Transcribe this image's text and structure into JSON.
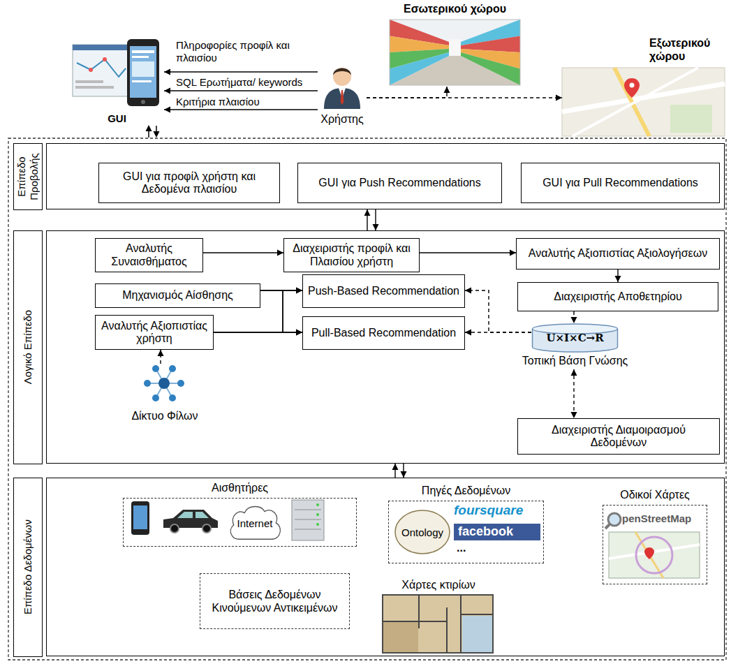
{
  "diagram": {
    "nodes": [
      {
        "text": [
          "GUI"
        ]
      },
      {
        "text": [
          "Χρήστης"
        ]
      },
      {
        "text": [
          "Εσωτερικού χώρου"
        ]
      },
      {
        "text": [
          "Εξωτερικού χώρου"
        ]
      },
      {
        "text": [
          "Επίπεδο Προβολής"
        ]
      },
      {
        "text": [
          "GUI για προφίλ χρήστη και Δεδομένα πλαισίου"
        ],
        "in": 4
      },
      {
        "text": [
          "GUI για Push Recommendations"
        ],
        "in": 4
      },
      {
        "text": [
          "GUI για Pull Recommendations"
        ],
        "in": 4
      },
      {
        "text": [
          "Λογικό Επίπεδο"
        ]
      },
      {
        "text": [
          "Αναλυτής Συναισθήματος"
        ],
        "in": 8
      },
      {
        "text": [
          "Διαχειριστής προφίλ και Πλαισίου χρήστη"
        ],
        "in": 8
      },
      {
        "text": [
          "Αναλυτής Αξιοπιστίας Αξιολογήσεων"
        ],
        "in": 8
      },
      {
        "text": [
          "Μηχανισμός Αίσθησης"
        ],
        "in": 8
      },
      {
        "text": [
          "Push-Based Recommendation"
        ],
        "in": 8
      },
      {
        "text": [
          "Διαχειριστής Αποθετηρίου"
        ],
        "in": 8
      },
      {
        "text": [
          "Αναλυτής Αξιοπιστίας χρήστη"
        ],
        "in": 8
      },
      {
        "text": [
          "Pull-Based Recommendation"
        ],
        "in": 8
      },
      {
        "text": [
          "U×I×C→R",
          "Τοπική Βάση Γνώσης"
        ],
        "in": 8
      },
      {
        "text": [
          "Δίκτυο Φίλων"
        ],
        "in": 8
      },
      {
        "text": [
          "Διαχειριστής Διαμοιρασμού Δεδομένων"
        ],
        "in": 8
      },
      {
        "text": [
          "Επίπεδο Δεδομένων"
        ]
      },
      {
        "text": [
          "Αισθητήρες"
        ],
        "in": 20
      },
      {
        "text": [
          "Internet"
        ],
        "in": 21
      },
      {
        "text": [
          "Πηγές Δεδομένων"
        ],
        "in": 20
      },
      {
        "text": [
          "Ontology"
        ],
        "in": 23
      },
      {
        "text": [
          "Οδικοί Χάρτες"
        ],
        "in": 20
      },
      {
        "text": [
          "Βάσεις Δεδομένων Κινούμενων Αντικειμένων"
        ],
        "in": 20
      },
      {
        "text": [
          "Χάρτες κτιρίων"
        ],
        "in": 20
      }
    ],
    "edges": [
      {
        "from": 1,
        "to": 0,
        "label": "Πληροφορίες προφίλ και πλαισίου",
        "arrow": "to"
      },
      {
        "from": 1,
        "to": 0,
        "label": "SQL Ερωτήματα/ keywords",
        "arrow": "to"
      },
      {
        "from": 1,
        "to": 0,
        "label": "Κριτήρια πλαισίου",
        "arrow": "to"
      },
      {
        "from": 1,
        "to": 2,
        "arrow": "to"
      },
      {
        "from": 1,
        "to": 3,
        "arrow": "to"
      },
      {
        "from": 4,
        "to": 8,
        "arrow": "to"
      },
      {
        "from": 8,
        "to": 4,
        "arrow": "to"
      },
      {
        "from": 9,
        "to": 10,
        "arrow": "to"
      },
      {
        "from": 10,
        "to": 11,
        "arrow": "to"
      },
      {
        "from": 11,
        "to": 14,
        "arrow": "to"
      },
      {
        "from": 14,
        "to": 17,
        "arrow": "to"
      },
      {
        "from": 17,
        "to": 13,
        "arrow": "to"
      },
      {
        "from": 17,
        "to": 16,
        "arrow": "to"
      },
      {
        "from": 17,
        "to": 19,
        "arrow": "both"
      },
      {
        "from": 12,
        "to": 13,
        "arrow": "to"
      },
      {
        "from": 12,
        "to": 16,
        "arrow": "to"
      },
      {
        "from": 15,
        "to": 13,
        "arrow": "to"
      },
      {
        "from": 15,
        "to": 16,
        "arrow": "to"
      },
      {
        "from": 18,
        "to": 15,
        "arrow": "to"
      },
      {
        "from": 8,
        "to": 20,
        "arrow": "to"
      },
      {
        "from": 20,
        "to": 8,
        "arrow": "to"
      }
    ],
    "labels": [
      "foursquare",
      "facebook",
      "...",
      "penStreetMap"
    ]
  }
}
